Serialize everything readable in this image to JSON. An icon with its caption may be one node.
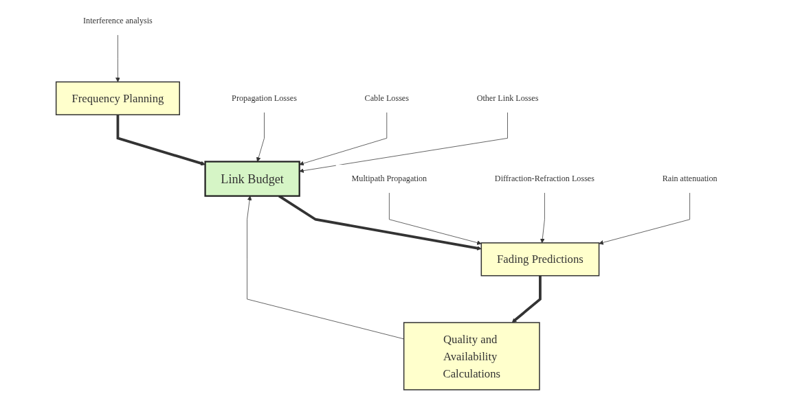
{
  "diagram": {
    "nodes": [
      {
        "text": [
          "Interference analysis"
        ]
      },
      {
        "text": [
          "Frequency Planning"
        ]
      },
      {
        "text": [
          "Propagation Losses"
        ]
      },
      {
        "text": [
          "Cable Losses"
        ]
      },
      {
        "text": [
          "Other Link Losses"
        ]
      },
      {
        "text": [
          "Link Budget"
        ]
      },
      {
        "text": [
          "Fading Predictions"
        ]
      },
      {
        "text": [
          "Multipath Propagation"
        ]
      },
      {
        "text": [
          "Diffraction-Refraction Losses"
        ]
      },
      {
        "text": [
          "Rain attenuation"
        ]
      },
      {
        "text": [
          "Quality and Availability Calculations"
        ]
      }
    ],
    "edges": [
      {
        "from": 0,
        "to": 1,
        "arrow": "to"
      },
      {
        "from": 1,
        "to": 5,
        "arrow": "to",
        "style": "thick"
      },
      {
        "from": 2,
        "to": 5,
        "arrow": "to"
      },
      {
        "from": 3,
        "to": 5,
        "arrow": "to"
      },
      {
        "from": 4,
        "to": 5,
        "arrow": "to"
      },
      {
        "from": 5,
        "to": 6,
        "arrow": "to",
        "style": "thick"
      },
      {
        "from": 7,
        "to": 6,
        "arrow": "to"
      },
      {
        "from": 8,
        "to": 6,
        "arrow": "to"
      },
      {
        "from": 9,
        "to": 6,
        "arrow": "to"
      },
      {
        "from": 6,
        "to": 10,
        "arrow": "to",
        "style": "thick"
      },
      {
        "from": 10,
        "to": 5,
        "arrow": "to"
      }
    ]
  }
}
